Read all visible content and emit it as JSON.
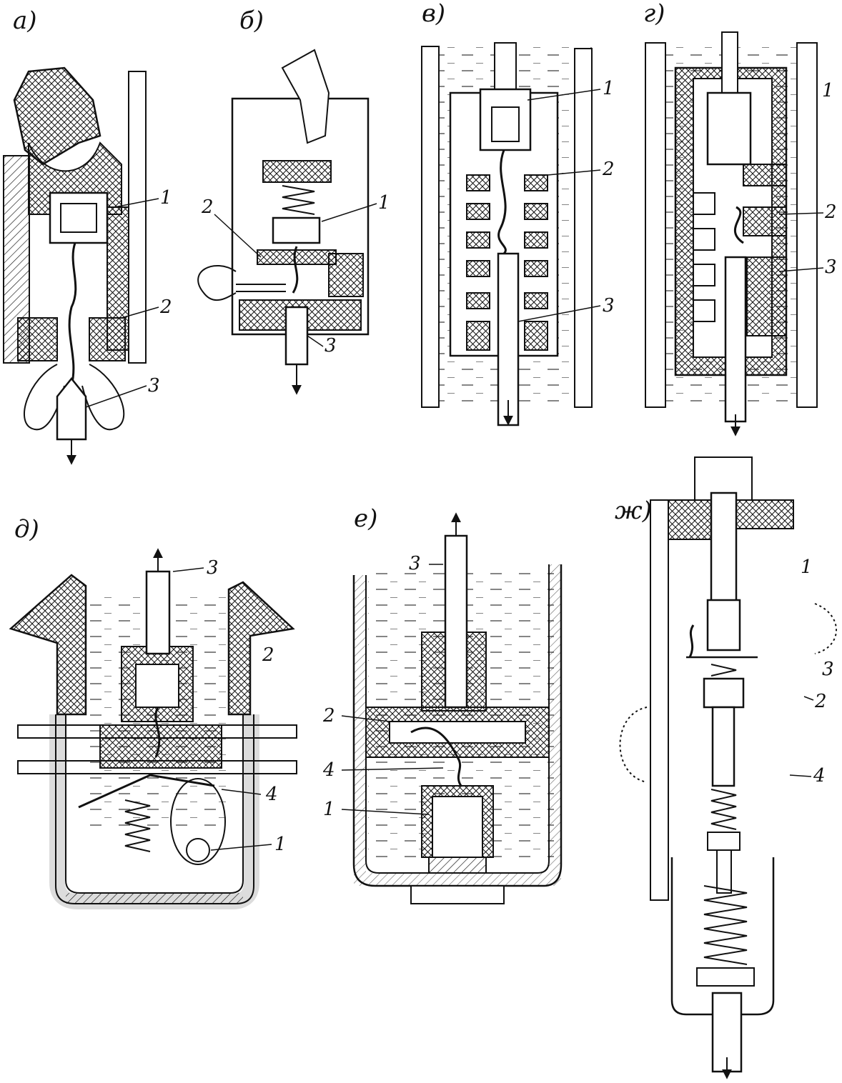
{
  "panels": [
    {
      "id": "a",
      "label": "а)",
      "callouts": [
        "1",
        "2",
        "3"
      ]
    },
    {
      "id": "b",
      "label": "б)",
      "callouts": [
        "1",
        "2",
        "3"
      ]
    },
    {
      "id": "v",
      "label": "в)",
      "callouts": [
        "1",
        "2",
        "3"
      ]
    },
    {
      "id": "g",
      "label": "г)",
      "callouts": [
        "1",
        "2",
        "3"
      ]
    },
    {
      "id": "d",
      "label": "д)",
      "callouts": [
        "3",
        "2",
        "4",
        "1"
      ]
    },
    {
      "id": "e",
      "label": "е)",
      "callouts": [
        "3",
        "2",
        "4",
        "1"
      ]
    },
    {
      "id": "zh",
      "label": "ж)",
      "callouts": [
        "1",
        "3",
        "2",
        "4"
      ]
    }
  ],
  "colors": {
    "ink": "#111111",
    "paper": "#ffffff",
    "liquid_line": "#333333"
  }
}
